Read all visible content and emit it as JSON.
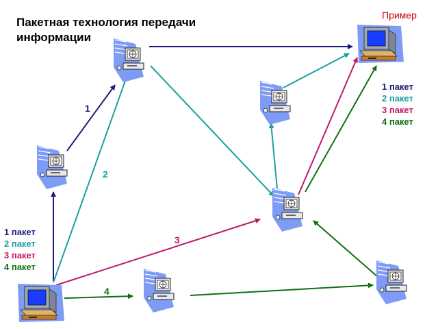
{
  "title": "Пакетная технология передачи информации",
  "example_label": "Пример",
  "legend_right": [
    "1 пакет",
    "2 пакет",
    "3 пакет",
    "4 пакет"
  ],
  "legend_left": [
    "1 пакет",
    "2 пакет",
    "3 пакет",
    "4 пакет"
  ],
  "route_labels": [
    "1",
    "2",
    "3",
    "4"
  ],
  "colors": {
    "packet_1": "#1a1a7a",
    "packet_2": "#19a0a0",
    "packet_3": "#c0186a",
    "packet_4": "#107010",
    "example": "#cc0000",
    "node_shadow": "#7e9cf5"
  },
  "icons": {
    "source": "desktop-computer-icon",
    "destination": "desktop-computer-icon",
    "router": "network-computer-icon"
  }
}
